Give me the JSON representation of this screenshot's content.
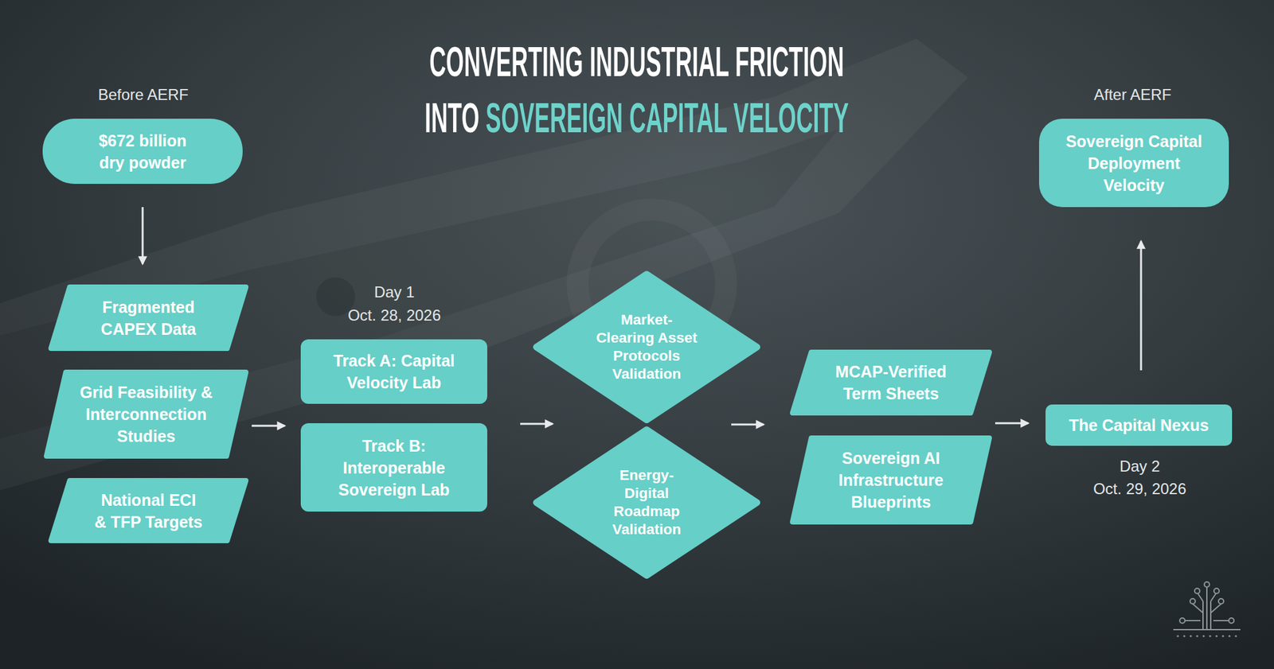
{
  "diagram": {
    "title": "CONVERTING INDUSTRIAL FRICTION INTO SOVEREIGN CAPITAL VELOCITY",
    "nodes": [
      {
        "text": [
          "$672 billion dry powder"
        ]
      },
      {
        "text": [
          "Fragmented CAPEX Data"
        ]
      },
      {
        "text": [
          "Grid Feasibility & Interconnection Studies"
        ]
      },
      {
        "text": [
          "National ECI & TFP Targets"
        ]
      },
      {
        "text": [
          "Track A: Capital Velocity Lab"
        ]
      },
      {
        "text": [
          "Track B: Interoperable Sovereign Lab"
        ]
      },
      {
        "text": [
          "Market-Clearing Asset Protocols Validation"
        ]
      },
      {
        "text": [
          "Energy-Digital Roadmap Validation"
        ]
      },
      {
        "text": [
          "MCAP-Verified Term Sheets"
        ]
      },
      {
        "text": [
          "Sovereign AI Infrastructure Blueprints"
        ]
      },
      {
        "text": [
          "The Capital Nexus"
        ]
      },
      {
        "text": [
          "Sovereign Capital Deployment Velocity"
        ]
      }
    ],
    "edges": [
      {
        "from": 0,
        "to": 1,
        "arrow": "to"
      },
      {
        "from": 2,
        "to": 5,
        "arrow": "to"
      },
      {
        "from": 5,
        "to": 7,
        "arrow": "to"
      },
      {
        "from": 7,
        "to": 9,
        "arrow": "to"
      },
      {
        "from": 9,
        "to": 10,
        "arrow": "to"
      },
      {
        "from": 10,
        "to": 11,
        "arrow": "to"
      }
    ],
    "labels": [
      "Before AERF",
      "After AERF",
      "Day 1",
      "Oct. 28, 2026",
      "Day 2",
      "Oct. 29, 2026"
    ]
  }
}
